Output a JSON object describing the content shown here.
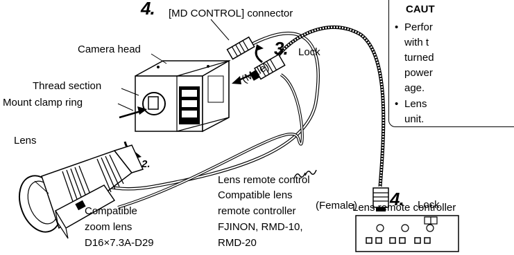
{
  "labels": {
    "step4_top_num": "4.",
    "md_connector": "[MD CONTROL] connector",
    "camera_head": "Camera head",
    "step3_num": "3.",
    "lock_top": "Lock",
    "male": "(Male)",
    "thread_section": "Thread section",
    "mount_clamp_ring": "Mount clamp ring",
    "lens": "Lens",
    "step2_num": "2.",
    "female": "(Female)",
    "step4_bottom_num": "4.",
    "lock_bottom": "Lock",
    "remote_line1": "Lens remote control",
    "remote_line2": "Compatible lens",
    "remote_line3": "remote controller",
    "remote_line4": "FJINON, RMD-10,",
    "remote_line5": "RMD-20",
    "lens_controller": "Lens remote controller",
    "zoom_line1": "Compatible",
    "zoom_line2": "zoom lens",
    "zoom_line3": "D16×7.3A-D29"
  },
  "caution": {
    "title": "CAUT",
    "b1_line1": "Perfor",
    "b1_line2": "with t",
    "b1_line3": "turned",
    "b1_line4": "power",
    "b1_line5": "age.",
    "b2_line1": "Lens",
    "b2_line2": "unit.",
    "bullet": "•"
  }
}
